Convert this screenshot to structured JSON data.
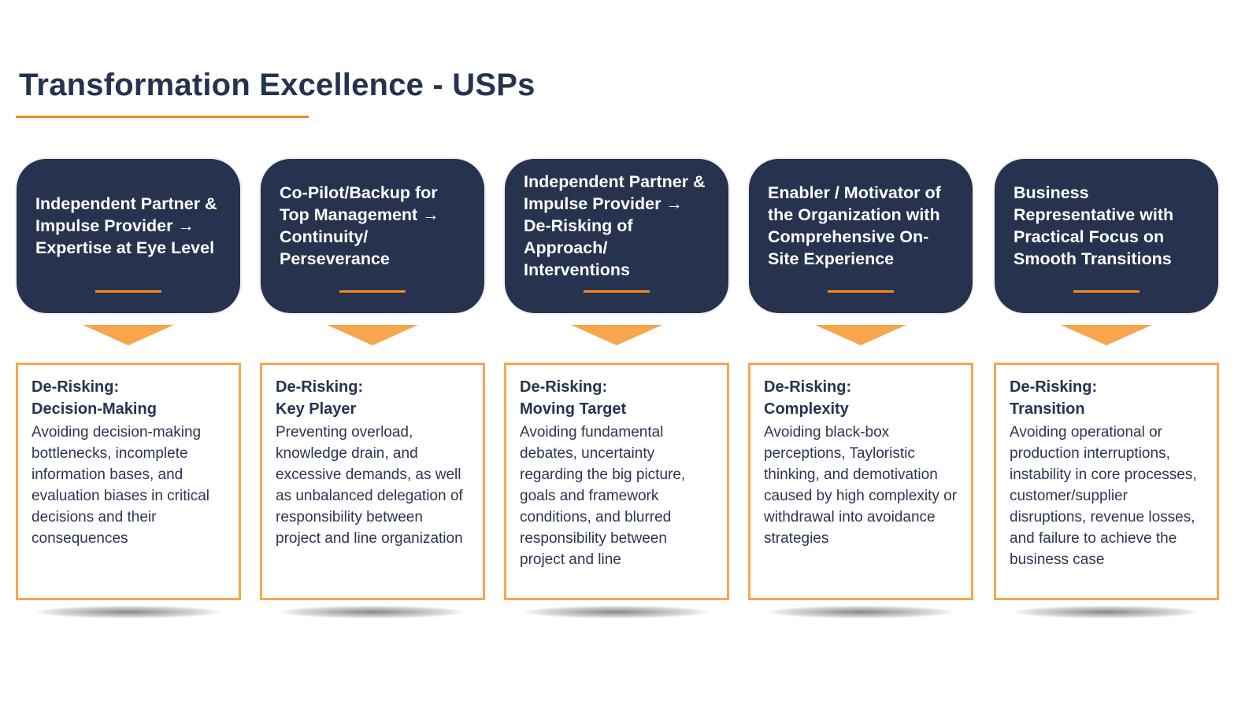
{
  "title": "Transformation Excellence - USPs",
  "colors": {
    "navy": "#27324e",
    "orange_accent": "#f08a24",
    "light_orange": "#f7a64e",
    "text_dark": "#26334f"
  },
  "columns": [
    {
      "heading": "Independent Partner & Impulse Provider → Expertise at Eye Level",
      "detail_label": "De-Risking:",
      "detail_title": "Decision-Making",
      "detail_text": "Avoiding decision-making bottlenecks, incomplete information bases, and evaluation biases in critical decisions and their consequences"
    },
    {
      "heading": "Co-Pilot/Backup for Top Management → Continuity/ Perseverance",
      "detail_label": "De-Risking:",
      "detail_title": "Key Player",
      "detail_text": "Preventing overload, knowledge drain, and excessive demands, as well as unbalanced delegation of responsibility between project and line organization"
    },
    {
      "heading": "Independent Partner & Impulse Provider → De-Risking of Approach/ Interventions",
      "detail_label": "De-Risking:",
      "detail_title": "Moving Target",
      "detail_text": "Avoiding fundamental debates, uncertainty regarding the big picture, goals and framework conditions, and blurred responsibility between project and line"
    },
    {
      "heading": "Enabler / Motivator of the Organization with Comprehensive On-Site Experience",
      "detail_label": "De-Risking:",
      "detail_title": "Complexity",
      "detail_text": "Avoiding black-box perceptions, Tayloristic thinking, and demotivation caused by high complexity or withdrawal into avoidance strategies"
    },
    {
      "heading": "Business Representative with Practical Focus on Smooth Transitions",
      "detail_label": "De-Risking:",
      "detail_title": "Transition",
      "detail_text": "Avoiding operational or production interruptions, instability in core processes, customer/supplier disruptions, revenue losses, and failure to achieve the business case"
    }
  ]
}
